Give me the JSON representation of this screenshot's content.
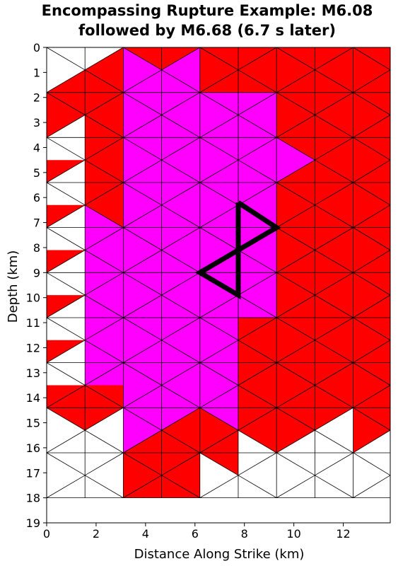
{
  "chart_data": {
    "type": "heatmap",
    "title_lines": [
      "Encompassing Rupture Example: M6.08",
      "followed by M6.68 (6.7 s later)"
    ],
    "xlabel": "Distance Along Strike (km)",
    "ylabel": "Depth (km)",
    "xlim": [
      0,
      13.9
    ],
    "ylim": [
      19,
      0
    ],
    "x_ticks": [
      0,
      2,
      4,
      6,
      8,
      10,
      12
    ],
    "y_ticks": [
      0,
      1,
      2,
      3,
      4,
      5,
      6,
      7,
      8,
      9,
      10,
      11,
      12,
      13,
      14,
      15,
      16,
      17,
      18,
      19
    ],
    "grid": false,
    "colors": {
      "first_event": "#ff00ff",
      "second_event": "#ff0000",
      "unruptured": "#ffffff",
      "hypocenter_marker": "#000000"
    },
    "mesh": {
      "columns": [
        0,
        1.55,
        3.1,
        4.65,
        6.2,
        7.75,
        9.3,
        10.85,
        12.4,
        13.9
      ],
      "row_depths": [
        0,
        0.9,
        1.8,
        2.7,
        3.6,
        4.5,
        5.4,
        6.3,
        7.2,
        8.1,
        9.0,
        9.9,
        10.8,
        11.7,
        12.6,
        13.5,
        14.4,
        15.3,
        16.2,
        17.1,
        18.0
      ]
    },
    "first_event_region": {
      "magnitude": "M6.08",
      "polygon": [
        [
          3.1,
          0
        ],
        [
          4.65,
          0.9
        ],
        [
          6.2,
          0
        ],
        [
          6.2,
          1.8
        ],
        [
          9.3,
          1.8
        ],
        [
          9.3,
          3.6
        ],
        [
          10.85,
          4.5
        ],
        [
          9.3,
          5.4
        ],
        [
          9.3,
          10.8
        ],
        [
          7.75,
          10.8
        ],
        [
          7.75,
          15.3
        ],
        [
          6.2,
          14.4
        ],
        [
          4.65,
          15.3
        ],
        [
          3.1,
          16.2
        ],
        [
          3.1,
          13.5
        ],
        [
          1.55,
          13.5
        ],
        [
          1.55,
          6.3
        ],
        [
          3.1,
          7.2
        ],
        [
          3.1,
          0
        ]
      ]
    },
    "second_event_region": {
      "magnitude": "M6.68",
      "delay_s": 6.7
    },
    "unruptured_left": [
      [
        0,
        0
      ],
      [
        0,
        1.8
      ],
      [
        1.55,
        0.9
      ],
      [
        3.1,
        0
      ]
    ],
    "unruptured_left_notches": [
      [
        [
          0,
          3.6
        ],
        [
          1.55,
          2.7
        ],
        [
          1.55,
          4.5
        ],
        [
          0,
          4.5
        ]
      ],
      [
        [
          0,
          5.4
        ],
        [
          1.55,
          4.5
        ],
        [
          1.55,
          6.3
        ],
        [
          0,
          6.3
        ]
      ],
      [
        [
          0,
          7.2
        ],
        [
          1.55,
          6.3
        ],
        [
          1.55,
          8.1
        ],
        [
          0,
          8.1
        ]
      ],
      [
        [
          0,
          9.0
        ],
        [
          1.55,
          8.1
        ],
        [
          1.55,
          9.9
        ],
        [
          0,
          9.9
        ]
      ],
      [
        [
          0,
          10.8
        ],
        [
          1.55,
          9.9
        ],
        [
          1.55,
          11.7
        ],
        [
          0,
          11.7
        ]
      ],
      [
        [
          0,
          12.6
        ],
        [
          1.55,
          11.7
        ],
        [
          1.55,
          13.5
        ],
        [
          0,
          13.5
        ]
      ]
    ],
    "unruptured_bottom": [
      [
        0,
        14.4
      ],
      [
        1.55,
        15.3
      ],
      [
        3.1,
        14.4
      ],
      [
        3.1,
        18
      ],
      [
        0,
        18
      ]
    ],
    "unruptured_bottom_right": [
      [
        6.2,
        16.2
      ],
      [
        7.75,
        17.1
      ],
      [
        7.75,
        15.3
      ],
      [
        9.3,
        16.2
      ],
      [
        10.85,
        15.3
      ],
      [
        12.4,
        14.4
      ],
      [
        12.4,
        16.2
      ],
      [
        13.9,
        15.3
      ],
      [
        13.9,
        18
      ],
      [
        6.2,
        18
      ]
    ],
    "hypocenter_marker": {
      "path": [
        [
          7.75,
          6.2
        ],
        [
          7.75,
          9.9
        ],
        [
          6.2,
          9.0
        ],
        [
          7.75,
          8.1
        ],
        [
          9.3,
          7.2
        ],
        [
          7.75,
          6.2
        ]
      ]
    }
  }
}
